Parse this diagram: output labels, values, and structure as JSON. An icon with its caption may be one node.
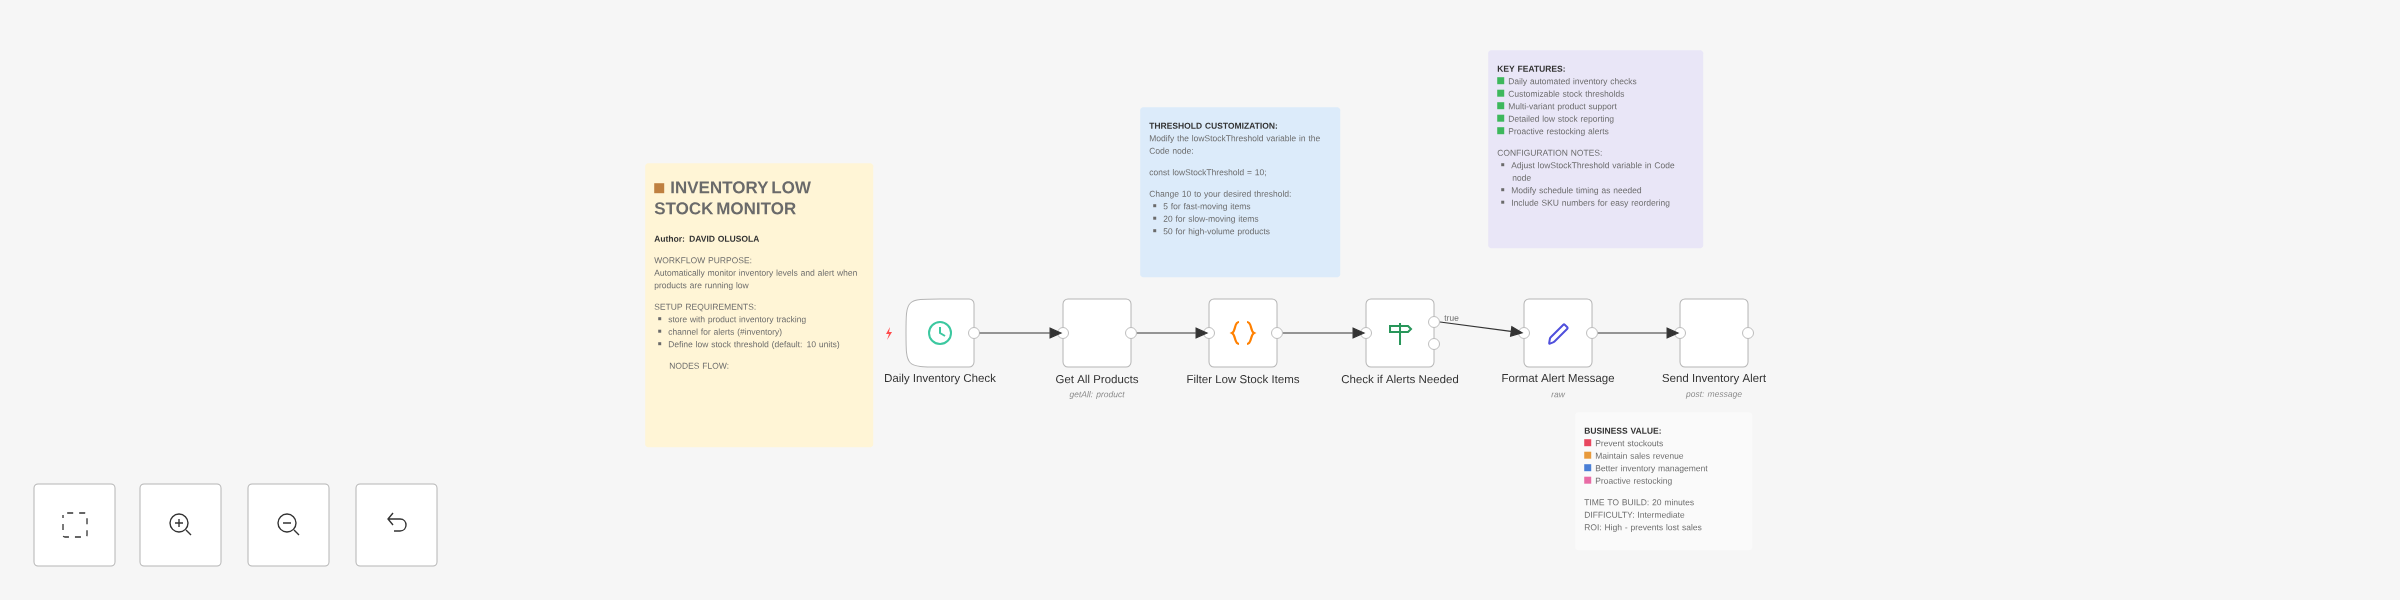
{
  "diagram": {
    "nodes": [
      {
        "text": [
          "INVENTORY LOW STOCK MONITOR",
          "Author: DAVID OLUSOLA",
          "WORKFLOW PURPOSE:",
          "Automatically monitor inventory levels and alert when products are running low",
          "SETUP REQUIREMENTS:",
          "store with product inventory tracking",
          "channel for alerts (#inventory)",
          "Define low stock threshold (default: 10 units)",
          "NODES FLOW:"
        ]
      },
      {
        "text": [
          "THRESHOLD CUSTOMIZATION:",
          "Modify the lowStockThreshold variable in the Code node:",
          "const lowStockThreshold = 10;",
          "Change 10 to your desired threshold:",
          "5 for fast-moving items",
          "20 for slow-moving items",
          "50 for high-volume products"
        ]
      },
      {
        "text": [
          "KEY FEATURES:",
          "Daily automated inventory checks",
          "Customizable stock thresholds",
          "Multi-variant product support",
          "Detailed low stock reporting",
          "Proactive restocking alerts",
          "CONFIGURATION NOTES:",
          "Adjust lowStockThreshold variable in Code node",
          "Modify schedule timing as needed",
          "Include SKU numbers for easy reordering"
        ]
      },
      {
        "text": [
          "BUSINESS VALUE:",
          "Prevent stockouts",
          "Maintain sales revenue",
          "Better inventory management",
          "Proactive restocking",
          "TIME TO BUILD: 20 minutes",
          "DIFFICULTY: Intermediate",
          "ROI: High - prevents lost sales"
        ]
      },
      {
        "text": [
          "Daily Inventory Check"
        ]
      },
      {
        "text": [
          "Get All Products"
        ],
        "beside": [
          "getAll: product"
        ]
      },
      {
        "text": [
          "Filter Low Stock Items"
        ]
      },
      {
        "text": [
          "Check if Alerts Needed"
        ]
      },
      {
        "text": [
          "Format Alert Message"
        ],
        "beside": [
          "raw"
        ]
      },
      {
        "text": [
          "Send Inventory Alert"
        ],
        "beside": [
          "post: message"
        ]
      }
    ],
    "edges": [
      {
        "from": 4,
        "to": 5,
        "arrow": "to"
      },
      {
        "from": 5,
        "to": 6,
        "arrow": "to"
      },
      {
        "from": 6,
        "to": 7,
        "arrow": "to"
      },
      {
        "from": 7,
        "to": 8,
        "arrow": "to",
        "label": "true"
      },
      {
        "from": 8,
        "to": 9,
        "arrow": "to"
      }
    ]
  }
}
